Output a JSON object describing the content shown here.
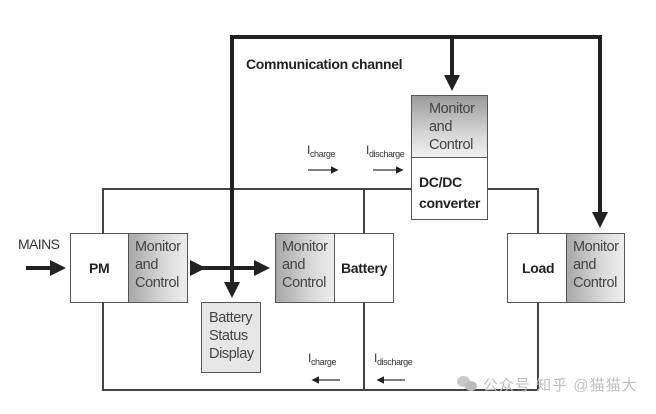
{
  "diagram": {
    "comm_channel_label": "Communication channel",
    "mains_label": "MAINS",
    "pm": {
      "label": "PM",
      "monitor": [
        "Monitor",
        "and",
        "Control"
      ]
    },
    "battery": {
      "label": "Battery",
      "monitor": [
        "Monitor",
        "and",
        "Control"
      ]
    },
    "load": {
      "label": "Load",
      "monitor": [
        "Monitor",
        "and",
        "Control"
      ]
    },
    "dcdc": {
      "label_line1": "DC/DC",
      "label_line2": "converter",
      "monitor": [
        "Monitor",
        "and",
        "Control"
      ]
    },
    "battery_status_display": [
      "Battery",
      "Status",
      "Display"
    ],
    "currents": {
      "top_charge": {
        "main": "I",
        "sub": "charge",
        "direction": "right"
      },
      "top_discharge": {
        "main": "I",
        "sub": "discharge",
        "direction": "right"
      },
      "bottom_charge": {
        "main": "I",
        "sub": "charge",
        "direction": "left"
      },
      "bottom_discharge": {
        "main": "I",
        "sub": "discharge",
        "direction": "left"
      }
    },
    "watermark": "公众号 知乎 @猫猫大"
  }
}
